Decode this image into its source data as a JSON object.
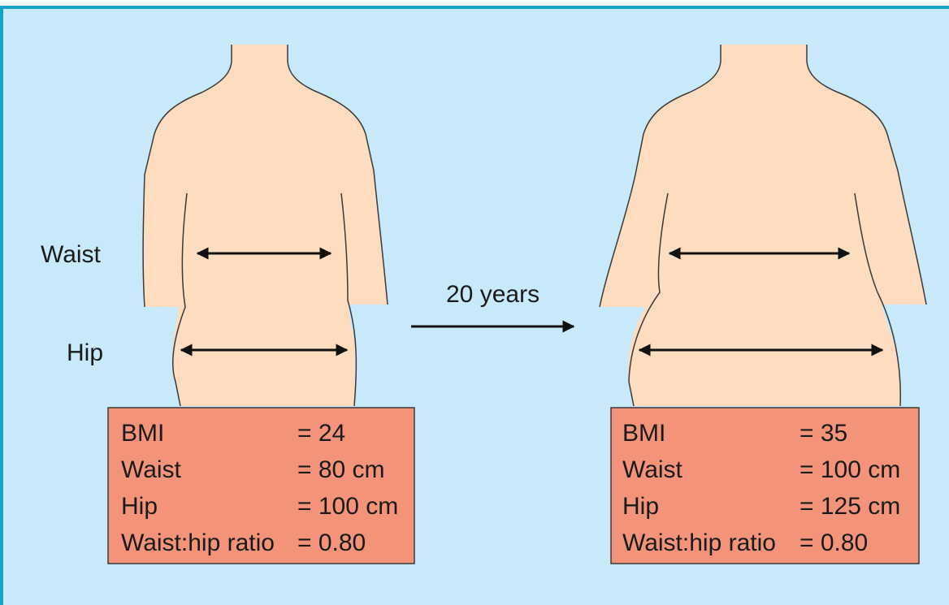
{
  "colors": {
    "background": "#c8e9fa",
    "frame_border": "#1aa1c9",
    "skin": "#fedcc0",
    "skin_outline": "#3a3a3a",
    "box_fill": "#f3947a",
    "box_border": "#3a3a3a",
    "arrow": "#111111"
  },
  "labels": {
    "waist": "Waist",
    "hip": "Hip",
    "transition": "20 years"
  },
  "figures": [
    {
      "bmi_label": "BMI",
      "bmi_value": "= 24",
      "waist_label": "Waist",
      "waist_value": "= 80 cm",
      "hip_label": "Hip",
      "hip_value": "= 100 cm",
      "ratio_label": "Waist:hip ratio",
      "ratio_value": "= 0.80"
    },
    {
      "bmi_label": "BMI",
      "bmi_value": "= 35",
      "waist_label": "Waist",
      "waist_value": "= 100 cm",
      "hip_label": "Hip",
      "hip_value": "= 125 cm",
      "ratio_label": "Waist:hip ratio",
      "ratio_value": "= 0.80"
    }
  ]
}
